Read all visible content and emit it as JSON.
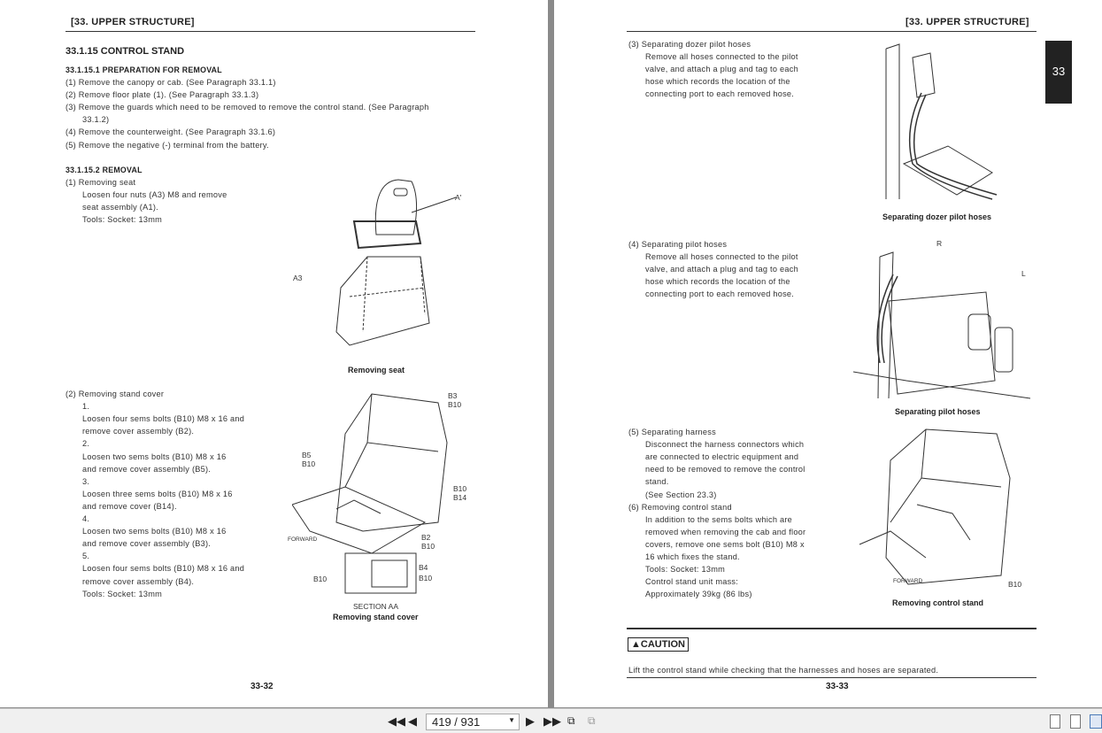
{
  "left_page": {
    "header": "[33.  UPPER STRUCTURE]",
    "section_title": "33.1.15    CONTROL STAND",
    "prep_heading": "33.1.15.1 PREPARATION FOR REMOVAL",
    "prep_items": [
      "(1)  Remove the canopy or cab. (See Paragraph 33.1.1)",
      "(2)  Remove floor plate (1). (See Paragraph 33.1.3)",
      "(3)  Remove the guards which need to be removed to remove the control stand. (See Paragraph",
      "33.1.2)",
      "(4)  Remove the counterweight. (See Paragraph 33.1.6)",
      "(5)  Remove the negative (-) terminal from the battery."
    ],
    "removal_heading": "33.1.15.2 REMOVAL",
    "step1": [
      "(1)  Removing seat",
      "Loosen four nuts (A3) M8 and remove",
      "seat assembly (A1).",
      "Tools: Socket: 13mm"
    ],
    "fig1": {
      "caption": "Removing seat",
      "labels": [
        "A'",
        "A3"
      ]
    },
    "step2": [
      "(2)  Removing stand cover",
      "1.",
      "Loosen four sems bolts (B10) M8 x 16 and",
      "remove cover assembly (B2).",
      "2.",
      "Loosen two sems bolts (B10) M8 x 16",
      "and remove cover assembly (B5).",
      "3.",
      "Loosen three sems bolts (B10) M8 x 16",
      "and remove cover (B14).",
      "4.",
      "Loosen two sems bolts (B10) M8 x 16",
      "and remove cover assembly (B3).",
      "5.",
      "Loosen four sems bolts (B10) M8 x 16 and",
      "remove cover assembly (B4).",
      "Tools: Socket: 13mm"
    ],
    "fig2": {
      "caption": "Removing stand cover",
      "section": "SECTION AA",
      "labels": [
        "B3",
        "B10",
        "B5",
        "B10",
        "B10",
        "B14",
        "FORWARD",
        "B2",
        "B10",
        "B4",
        "B10",
        "B10"
      ]
    },
    "page_number": "33-32"
  },
  "right_page": {
    "header": "[33.  UPPER STRUCTURE]",
    "tab": "33",
    "step3": [
      "(3)  Separating dozer pilot hoses",
      "Remove all hoses connected to the pilot",
      "valve, and attach a plug and tag to each",
      "hose which records the location of the",
      "connecting port to each removed hose."
    ],
    "fig3": {
      "caption": "Separating dozer pilot hoses"
    },
    "step4": [
      "(4)  Separating pilot hoses",
      "Remove all hoses connected to the pilot",
      "valve, and attach a plug and tag to each",
      "hose which records the location of the",
      "connecting port to each removed hose."
    ],
    "fig4": {
      "caption": "Separating pilot hoses",
      "labels": [
        "R",
        "L"
      ]
    },
    "step5": [
      "(5)  Separating harness",
      "Disconnect the harness connectors which",
      "are connected to electric equipment and",
      "need to be removed to remove the control",
      "stand.",
      "(See Section 23.3)",
      "(6)  Removing control stand",
      "In addition to the sems bolts which are",
      "removed when removing the cab and floor",
      "covers, remove one sems bolt (B10) M8 x",
      "16 which fixes the stand.",
      "Tools: Socket: 13mm",
      "Control stand unit mass:",
      "Approximately 39kg (86 lbs)"
    ],
    "fig5": {
      "caption": "Removing control stand",
      "labels": [
        "FORWARD",
        "B10"
      ]
    },
    "caution_label": "CAUTION",
    "caution_text": "Lift the control stand while checking that the harnesses and hoses are separated.",
    "page_number": "33-33"
  },
  "toolbar": {
    "page_field": "419 / 931"
  }
}
